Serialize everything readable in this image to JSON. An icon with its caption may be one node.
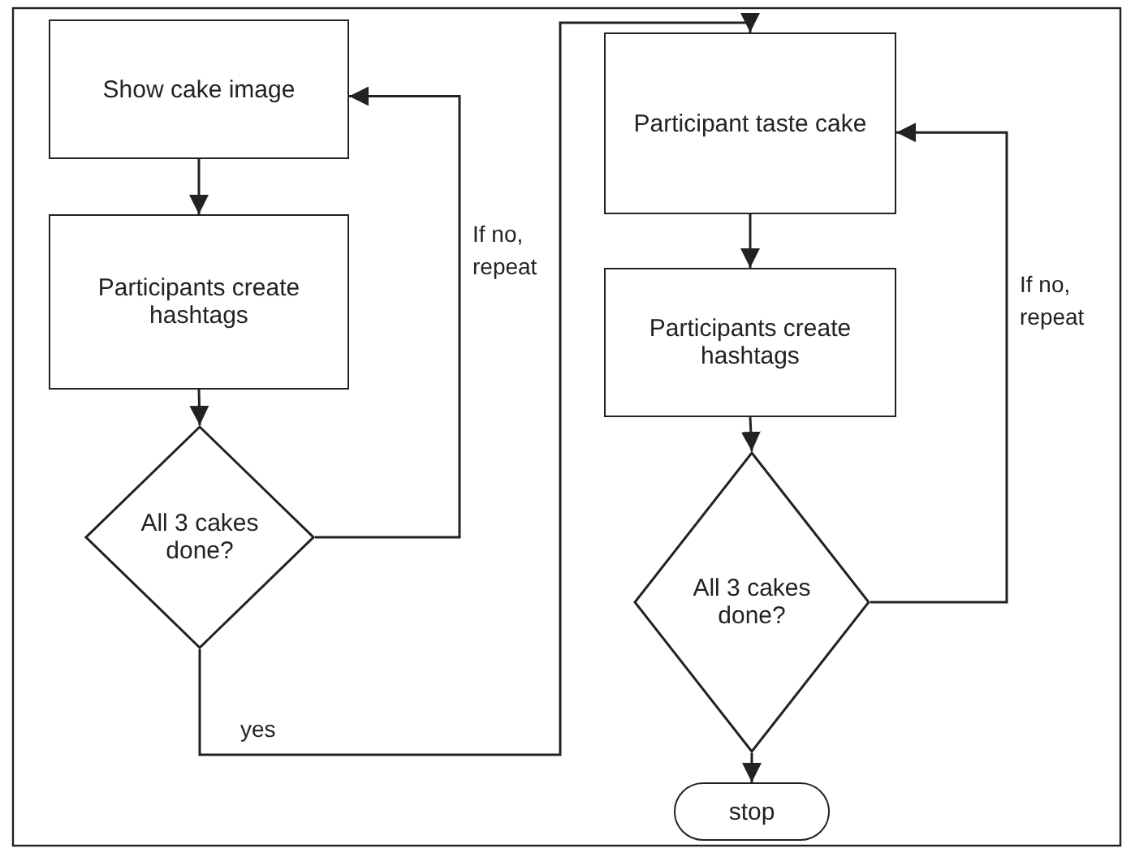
{
  "diagram": {
    "nodes": [
      {
        "text": [
          "Show cake image"
        ]
      },
      {
        "text": [
          "Participants create hashtags"
        ]
      },
      {
        "text": [
          "All 3 cakes done?"
        ]
      },
      {
        "text": [
          "Participant taste cake"
        ]
      },
      {
        "text": [
          "Participants create hashtags"
        ]
      },
      {
        "text": [
          "All 3 cakes done?"
        ]
      },
      {
        "text": [
          "stop"
        ]
      }
    ],
    "edges": [
      {
        "from": 0,
        "to": 1,
        "arrow": "to"
      },
      {
        "from": 1,
        "to": 2,
        "arrow": "to"
      },
      {
        "from": 2,
        "to": 0,
        "arrow": "to",
        "label": "If no, repeat"
      },
      {
        "from": 2,
        "to": 3,
        "arrow": "to",
        "label": "yes"
      },
      {
        "from": 3,
        "to": 4,
        "arrow": "to"
      },
      {
        "from": 4,
        "to": 5,
        "arrow": "to"
      },
      {
        "from": 5,
        "to": 3,
        "arrow": "to",
        "label": "If no, repeat"
      },
      {
        "from": 5,
        "to": 6,
        "arrow": "to"
      }
    ]
  }
}
